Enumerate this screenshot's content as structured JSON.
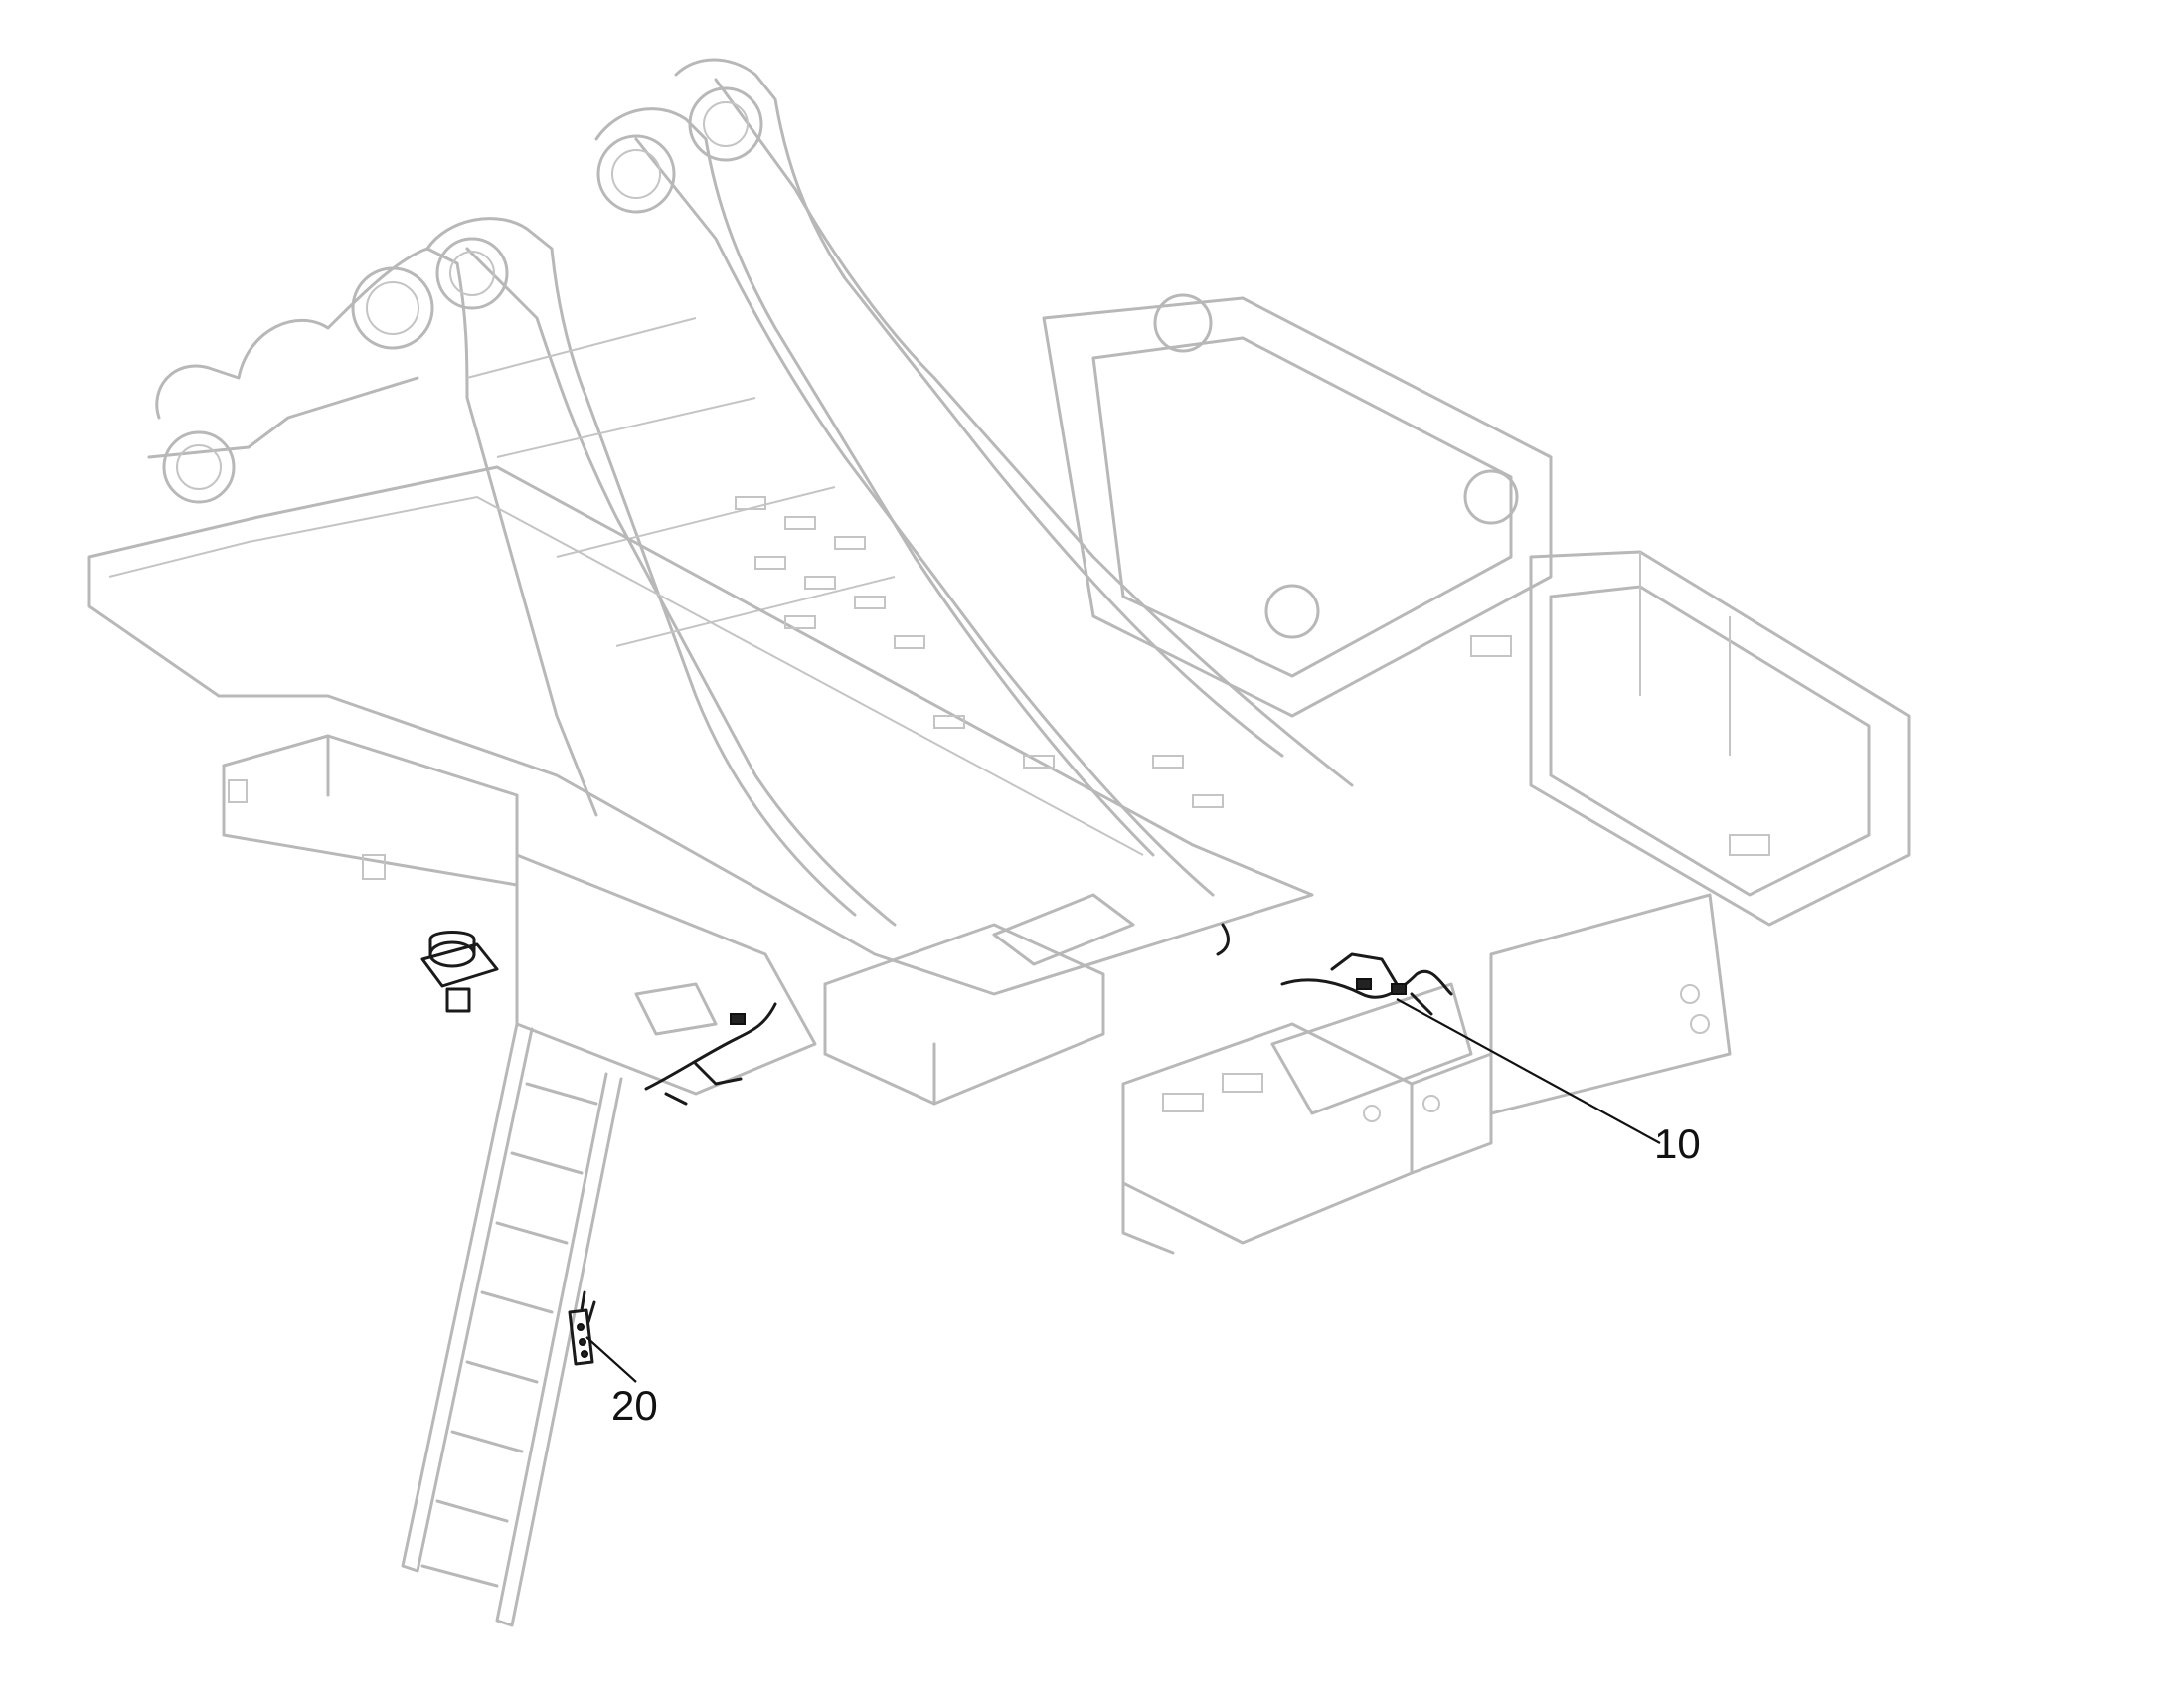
{
  "callouts": [
    {
      "id": "10",
      "label": "10"
    },
    {
      "id": "20",
      "label": "20"
    }
  ]
}
